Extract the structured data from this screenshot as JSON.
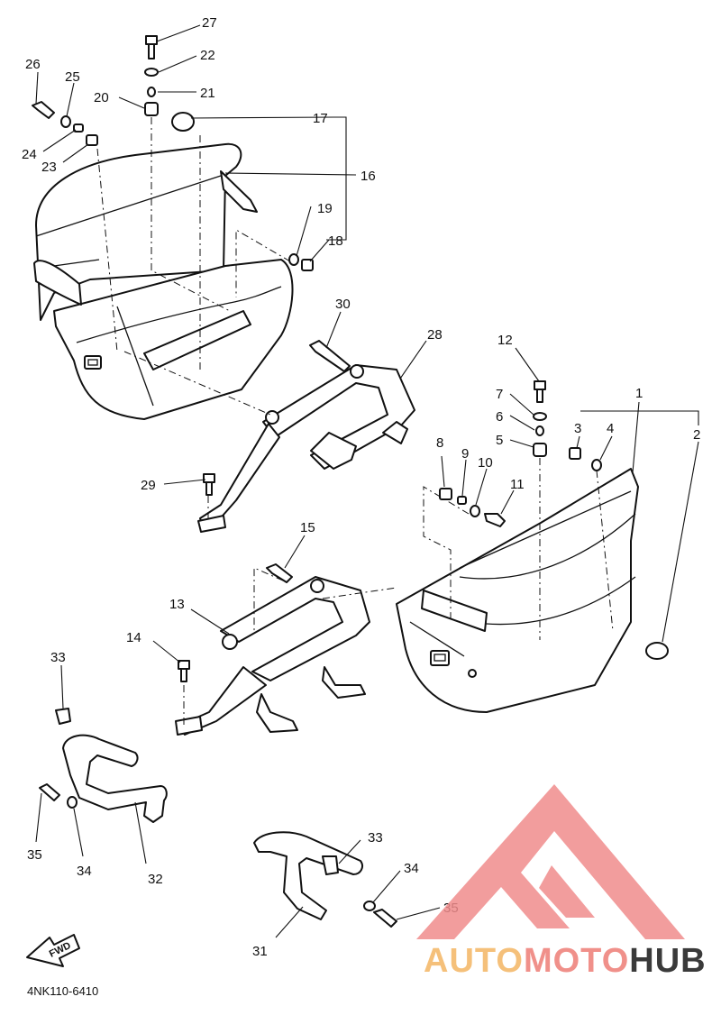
{
  "diagram": {
    "part_code": "4NK110-6410",
    "direction_label": "FWD",
    "callouts": [
      "1",
      "2",
      "3",
      "4",
      "5",
      "6",
      "7",
      "8",
      "9",
      "10",
      "11",
      "12",
      "13",
      "14",
      "15",
      "16",
      "17",
      "18",
      "19",
      "20",
      "21",
      "22",
      "23",
      "24",
      "25",
      "26",
      "27",
      "28",
      "29",
      "30",
      "31",
      "32",
      "33",
      "34",
      "35"
    ],
    "repeated_callouts": [
      "33",
      "34",
      "35"
    ]
  },
  "watermark": {
    "part1": "AUTO",
    "part2": "MOTO",
    "part3": "HUB",
    "colors": {
      "auto": "#f5c07a",
      "moto": "#f0908a",
      "hub": "#3a3a3a",
      "logo": "#f08c8c"
    }
  }
}
